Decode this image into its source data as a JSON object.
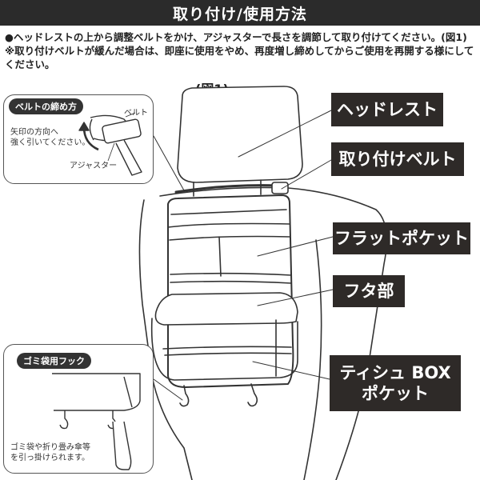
{
  "header": {
    "title": "取り付け/使用方法"
  },
  "instructions": {
    "line1": "●ヘッドレストの上から調整ベルトをかけ、アジャスターで長さを調節して取り付けてください。(図1)",
    "line2": "※取り付けベルトが緩んだ場合は、即座に使用をやめ、再度増し締めしてからご使用を再開する様にしてください。"
  },
  "figure": {
    "label": "(図1)"
  },
  "callouts": {
    "headrest": "ヘッドレスト",
    "belt": "取り付けベルト",
    "flat_pocket": "フラットポケット",
    "lid": "フタ部",
    "tissue_line1": "ティシュ BOX",
    "tissue_line2": "ポケット"
  },
  "belt_inset": {
    "title": "ベルトの締め方",
    "belt_label": "ベルト",
    "arrow_text_line1": "矢印の方向へ",
    "arrow_text_line2": "強く引いてください。",
    "adjuster_label": "アジャスター"
  },
  "hook_inset": {
    "title": "ゴミ袋用フック",
    "desc_line1": "ゴミ袋や折り畳み傘等",
    "desc_line2": "を引っ掛けられます。"
  }
}
